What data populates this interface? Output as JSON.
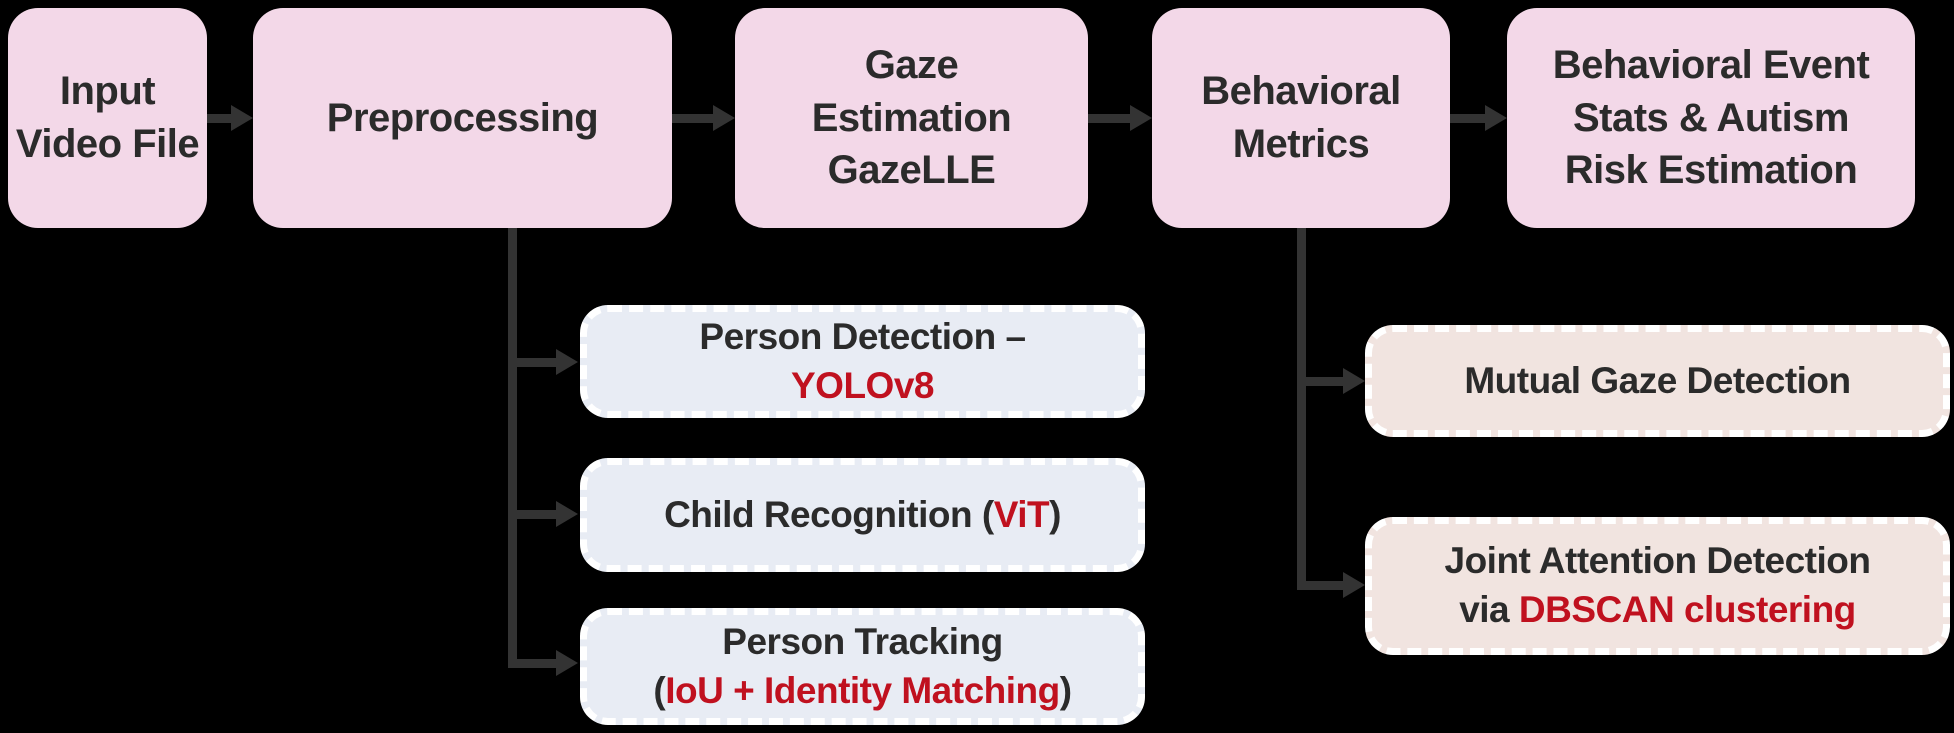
{
  "diagram": {
    "nodes": {
      "input_video": {
        "text": "Input\nVideo File"
      },
      "preprocessing": {
        "text": "Preprocessing"
      },
      "gaze_estimation": {
        "text": "Gaze\nEstimation\nGazeLLE"
      },
      "behavioral_metrics": {
        "text": "Behavioral\nMetrics"
      },
      "behavioral_event": {
        "text": "Behavioral Event\nStats & Autism\nRisk Estimation"
      },
      "person_detection": {
        "label": "Person Detection –",
        "highlight": "YOLOv8"
      },
      "child_recognition": {
        "prefix": "Child Recognition (",
        "highlight": "ViT",
        "suffix": ")"
      },
      "person_tracking": {
        "label": "Person Tracking",
        "open_paren": "(",
        "highlight": "IoU + Identity Matching",
        "close_paren": ")"
      },
      "mutual_gaze": {
        "label": "Mutual Gaze Detection"
      },
      "joint_attention": {
        "label": "Joint Attention Detection",
        "via": "via ",
        "highlight": "DBSCAN clustering"
      }
    },
    "colors": {
      "background": "#000000",
      "primary_node_fill": "#f3d8e8",
      "secondary_node_fill": "#e8ecf4",
      "tertiary_node_fill": "#f1e4e0",
      "text": "#2b2b2b",
      "highlight_text": "#c0111f",
      "arrow": "#333333",
      "dashed_border": "#ffffff"
    }
  }
}
